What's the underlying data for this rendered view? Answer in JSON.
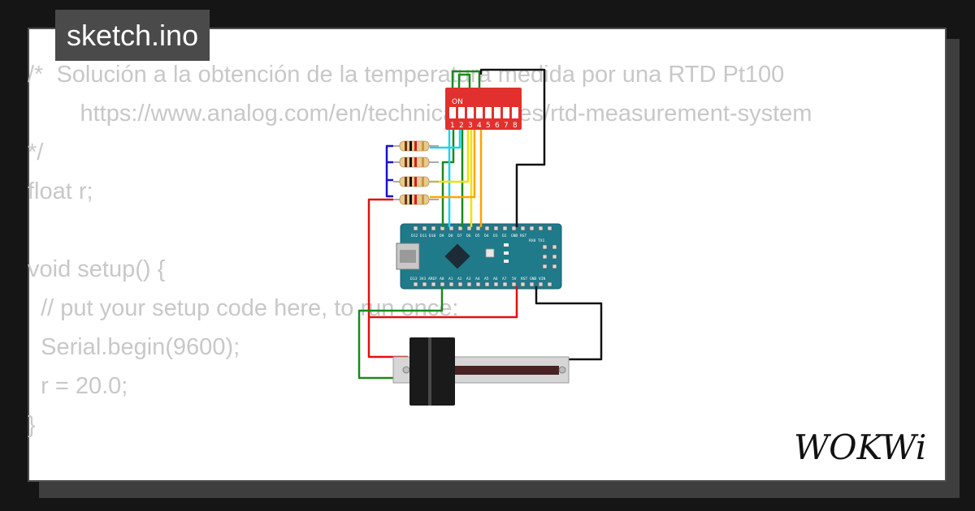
{
  "window": {
    "title": "sketch.ino"
  },
  "code_lines": [
    "/*  Solución a la obtención de la temperatura medida por una RTD Pt100",
    "        https://www.analog.com/en/technical-articles/rtd-measurement-system",
    "*/",
    "float r;",
    "",
    "void setup() {",
    "  // put your setup code here, to run once:",
    "  Serial.begin(9600);",
    "  r = 20.0;",
    "}"
  ],
  "circuit": {
    "dip_switch": {
      "on_label": "ON",
      "numbers": [
        "1",
        "2",
        "3",
        "4",
        "5",
        "6",
        "7",
        "8"
      ],
      "color": "#e2302e"
    },
    "arduino_nano": {
      "color": "#1f7a8a",
      "top_pins": [
        "D12",
        "D11",
        "D10",
        "D9",
        "D8",
        "D7",
        "D6",
        "D5",
        "D4",
        "D3",
        "D2",
        "GND",
        "RST",
        "RX0",
        "TX1"
      ],
      "bottom_pins": [
        "D13",
        "3V3",
        "AREF",
        "A0",
        "A1",
        "A2",
        "A3",
        "A4",
        "A5",
        "A6",
        "A7",
        "5V",
        "RST",
        "GND",
        "VIN"
      ]
    },
    "wire_colors": {
      "green": "#1a8a1a",
      "cyan": "#1ad4f0",
      "yellow": "#f5e000",
      "orange": "#ffa500",
      "blue": "#1515c8",
      "red": "#e01010",
      "black": "#111111"
    }
  },
  "brand": {
    "logo_text": "WOKWi"
  }
}
